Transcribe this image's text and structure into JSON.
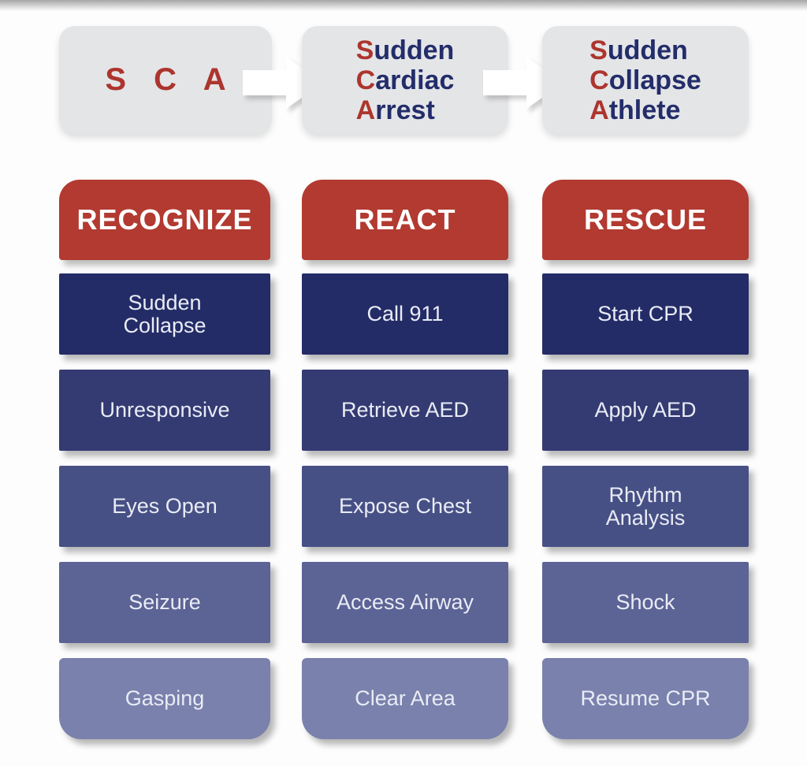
{
  "flow": {
    "boxes": [
      {
        "kind": "acronym",
        "text": "S C A"
      },
      {
        "kind": "expanded",
        "words": [
          {
            "initial": "S",
            "rest": "udden"
          },
          {
            "initial": "C",
            "rest": "ardiac"
          },
          {
            "initial": "A",
            "rest": "rrest"
          }
        ]
      },
      {
        "kind": "expanded",
        "words": [
          {
            "initial": "S",
            "rest": "udden"
          },
          {
            "initial": "C",
            "rest": "ollapse"
          },
          {
            "initial": "A",
            "rest": "thlete"
          }
        ]
      }
    ]
  },
  "columns": [
    {
      "header": "RECOGNIZE",
      "cells": [
        "Sudden\nCollapse",
        "Unresponsive",
        "Eyes Open",
        "Seizure",
        "Gasping"
      ]
    },
    {
      "header": "REACT",
      "cells": [
        "Call 911",
        "Retrieve AED",
        "Expose Chest",
        "Access Airway",
        "Clear Area"
      ]
    },
    {
      "header": "RESCUE",
      "cells": [
        "Start CPR",
        "Apply AED",
        "Rhythm\nAnalysis",
        "Shock",
        "Resume CPR"
      ]
    }
  ],
  "colors": {
    "accent_red": "#b23a31",
    "initial_red": "#ac352e",
    "navy_text": "#232d6a",
    "flow_box_gray": "#e4e5e7",
    "header_red": "#b23a31",
    "row_shades": [
      "#242c67",
      "#343b72",
      "#475085",
      "#5c6395",
      "#7981ac"
    ],
    "cell_text": "#e9ecf5"
  }
}
